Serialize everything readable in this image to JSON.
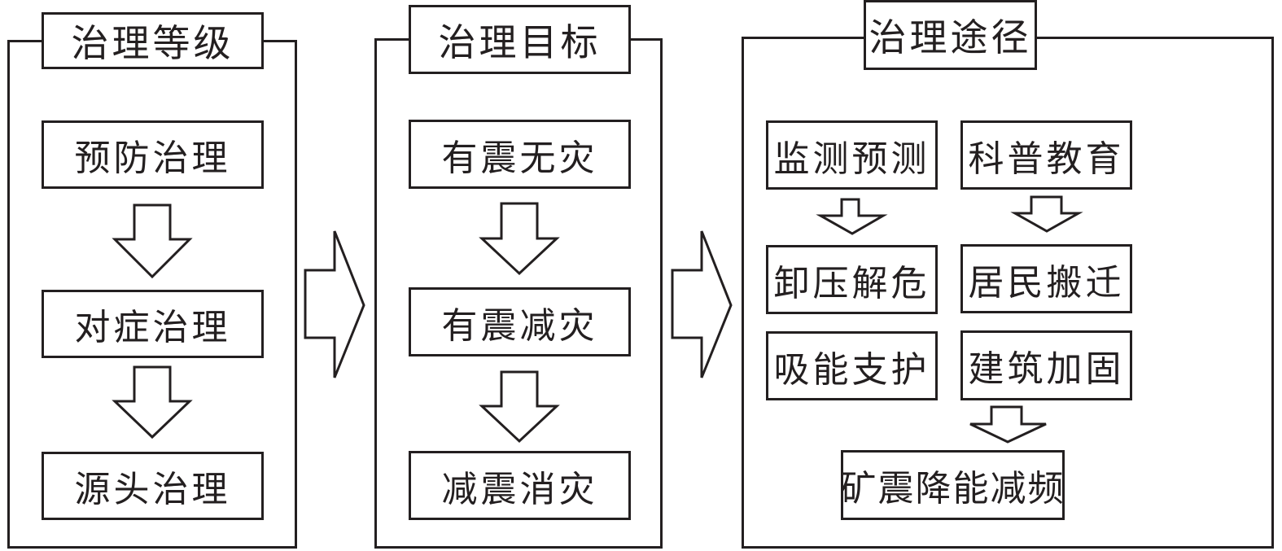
{
  "panels": [
    {
      "title": "治理等级",
      "items": [
        "预防治理",
        "对症治理",
        "源头治理"
      ]
    },
    {
      "title": "治理目标",
      "items": [
        "有震无灾",
        "有震减灾",
        "减震消灾"
      ]
    },
    {
      "title": "治理途径",
      "left_column": [
        "监测预测",
        "卸压解危",
        "吸能支护"
      ],
      "right_column": [
        "科普教育",
        "居民搬迁",
        "建筑加固"
      ],
      "result": "矿震降能减频"
    }
  ],
  "colors": {
    "stroke": "#231f20",
    "background": "#ffffff"
  }
}
